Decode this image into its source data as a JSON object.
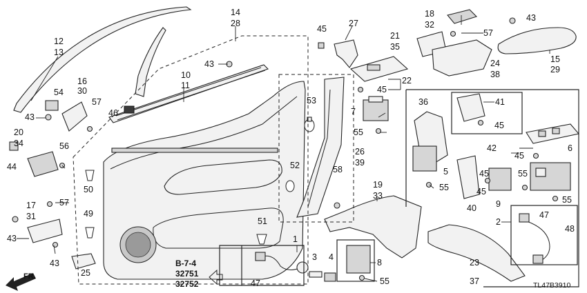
{
  "diagram_code": "TL47B3910",
  "direction_label": "FR.",
  "reference": {
    "section": "B-7-4",
    "part_a": "32751",
    "part_b": "32752"
  },
  "callouts": {
    "c1": "1",
    "c2": "2",
    "c3": "3",
    "c4": "4",
    "c5": "5",
    "c6": "6",
    "c7": "7",
    "c8": "8",
    "c9": "9",
    "c10": "10",
    "c11": "11",
    "c12": "12",
    "c13": "13",
    "c14": "14",
    "c15": "15",
    "c16": "16",
    "c17": "17",
    "c18": "18",
    "c19": "19",
    "c20": "20",
    "c21": "21",
    "c22": "22",
    "c23": "23",
    "c24": "24",
    "c25": "25",
    "c26": "26",
    "c27": "27",
    "c28": "28",
    "c29": "29",
    "c30": "30",
    "c31": "31",
    "c32": "32",
    "c33": "33",
    "c34": "34",
    "c35": "35",
    "c36": "36",
    "c37": "37",
    "c38": "38",
    "c39": "39",
    "c40": "40",
    "c41": "41",
    "c42": "42",
    "c43": "43",
    "c44": "44",
    "c45": "45",
    "c46": "46",
    "c47": "47",
    "c48": "48",
    "c49": "49",
    "c50": "50",
    "c51": "51",
    "c52": "52",
    "c53": "53",
    "c54": "54",
    "c55": "55",
    "c56": "56",
    "c57": "57",
    "c58": "58"
  }
}
